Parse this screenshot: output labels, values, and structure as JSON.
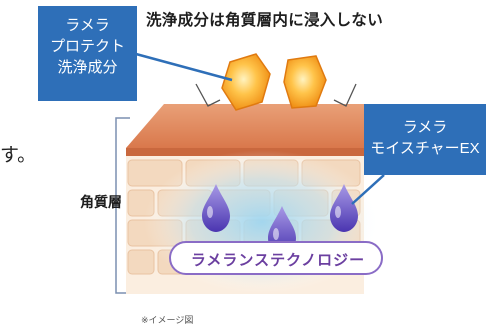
{
  "title": "洗浄成分は角質層内に浸入しない",
  "side_text": "す。",
  "callouts": {
    "left": {
      "lines": [
        "ラメラ",
        "プロテクト",
        "洗浄成分"
      ]
    },
    "right": {
      "lines": [
        "ラメラ",
        "モイスチャーEX"
      ]
    }
  },
  "layer_label": "角質層",
  "technology_label": "ラメランステクノロジー",
  "note": "※イメージ図",
  "colors": {
    "callout": "#2e6fb8",
    "skin_top": "#e08a5c",
    "brick": "#f3d9bf",
    "mortar": "#fbeee0",
    "droplet": "#6a55c8",
    "particle": "#f5a020",
    "glow": "#9fd6f0"
  },
  "icons": [
    "orange-particle-icon",
    "purple-droplet-icon",
    "arrow-icon"
  ]
}
